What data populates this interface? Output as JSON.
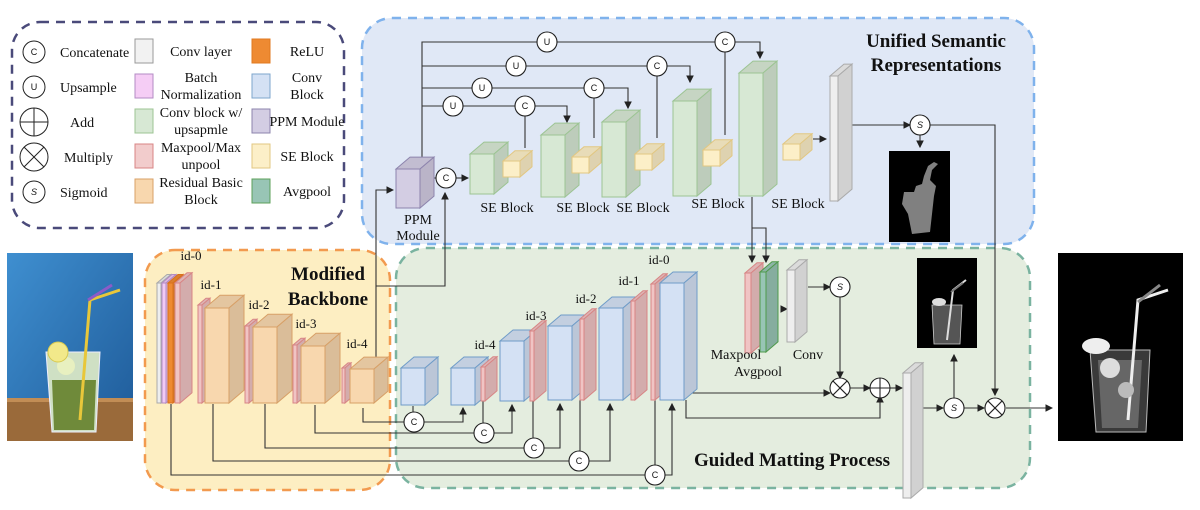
{
  "legend": {
    "operators": [
      {
        "symbol": "C",
        "label": "Concatenate",
        "icon": "concatenate-icon"
      },
      {
        "symbol": "U",
        "label": "Upsample",
        "icon": "upsample-icon"
      },
      {
        "symbol": "+",
        "label": "Add",
        "icon": "add-icon"
      },
      {
        "symbol": "×",
        "label": "Multiply",
        "icon": "multiply-icon"
      },
      {
        "symbol": "S",
        "label": "Sigmoid",
        "icon": "sigmoid-icon"
      }
    ],
    "blocks_col1": [
      {
        "lines": [
          "Conv layer"
        ],
        "fill": "#f2f2f2",
        "stroke": "#999999"
      },
      {
        "lines": [
          "Batch",
          "Normalization"
        ],
        "fill": "#f5cdf5",
        "stroke": "#b38bc4"
      },
      {
        "lines": [
          "Conv block w/",
          "upsapmle"
        ],
        "fill": "#d7e8d4",
        "stroke": "#9cc493"
      },
      {
        "lines": [
          "Maxpool/Max",
          "unpool"
        ],
        "fill": "#f2cccc",
        "stroke": "#d88585"
      },
      {
        "lines": [
          "Residual Basic",
          "Block"
        ],
        "fill": "#f8d7ae",
        "stroke": "#d8a067"
      }
    ],
    "blocks_col2": [
      {
        "lines": [
          "ReLU"
        ],
        "fill": "#ee8a32",
        "stroke": "#e07a20"
      },
      {
        "lines": [
          "Conv",
          "Block"
        ],
        "fill": "#d4e1f4",
        "stroke": "#7ea6cc"
      },
      {
        "lines": [
          "PPM Module"
        ],
        "fill": "#d3cde3",
        "stroke": "#8d84ad"
      },
      {
        "lines": [
          "SE Block"
        ],
        "fill": "#fcefc8",
        "stroke": "#e2c782"
      },
      {
        "lines": [
          "Avgpool"
        ],
        "fill": "#98c5b5",
        "stroke": "#5da05a"
      }
    ]
  },
  "regions": {
    "semantic": {
      "title_lines": [
        "Unified  Semantic",
        "Representations"
      ],
      "fill": "#e0e8f6",
      "stroke": "#7fb2ec"
    },
    "backbone": {
      "title_lines": [
        "Modified",
        "Backbone"
      ],
      "fill": "#fdeec2",
      "stroke": "#f29a4f"
    },
    "matting": {
      "title_lines": [
        "Guided Matting Process"
      ],
      "fill": "#e4eddf",
      "stroke": "#7ab3a0"
    }
  },
  "labels": {
    "ppm": [
      "PPM",
      "Module"
    ],
    "se_block": "SE Block",
    "maxpool": "Maxpool",
    "avgpool": "Avgpool",
    "conv": "Conv",
    "backbone_ids": [
      "id-0",
      "id-1",
      "id-2",
      "id-3",
      "id-4"
    ],
    "decoder_ids": [
      "id-4",
      "id-3",
      "id-2",
      "id-1",
      "id-0"
    ]
  },
  "images": {
    "input": "input-photo (cocktail glass with straws on blue background)",
    "semantic_mask": "coarse semantic mask",
    "detail_matte": "intermediate alpha matte",
    "output_matte": "final alpha matte"
  },
  "colors": {
    "conv_layer": "#eeeeee",
    "bn": "#f1c9f4",
    "relu": "#ee8a32",
    "maxpool": "#f0c4c4",
    "residual": "#f8d7ae",
    "conv_block": "#d4e1f4",
    "conv_up": "#d7e8d4",
    "ppm": "#d3cde3",
    "se": "#fcefc8",
    "avgpool": "#98c5b5"
  }
}
